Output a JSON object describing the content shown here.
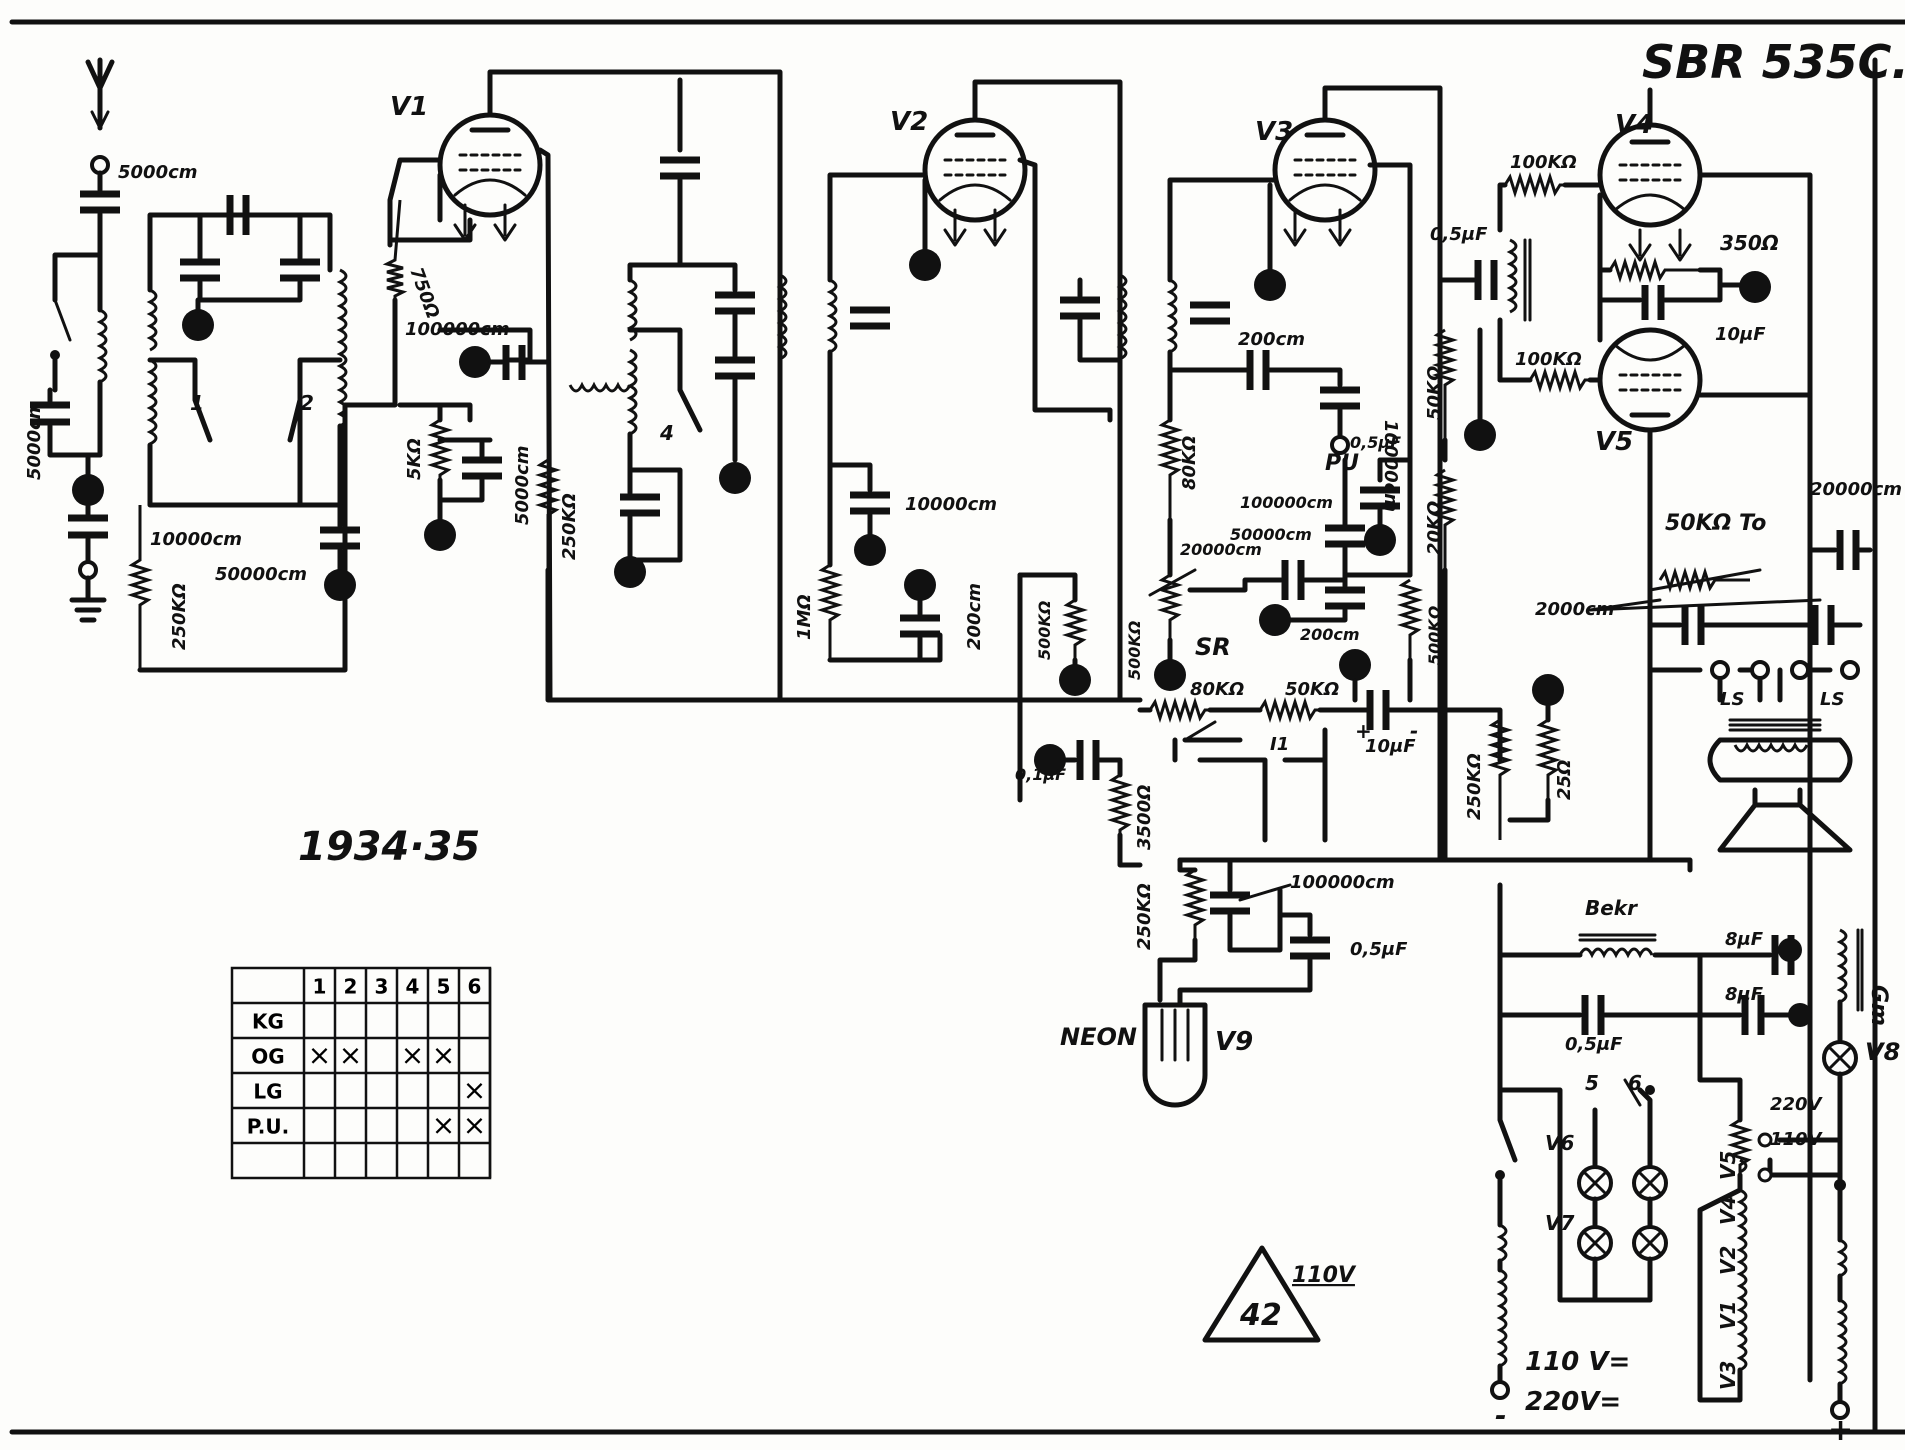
{
  "title": "SBR 535C.",
  "year": "1934·35",
  "tubes": {
    "v1": "V1",
    "v2": "V2",
    "v3": "V3",
    "v4": "V4",
    "v5": "V5",
    "v6": "V6",
    "v7": "V7",
    "v8": "V8",
    "v9": "V9"
  },
  "neon": "NEON",
  "badge": {
    "number": "42",
    "voltage": "110V"
  },
  "components": {
    "c_ant": "5000cm",
    "c_ant2": "5000cm",
    "c_10000": "10000cm",
    "c_50000": "50000cm",
    "r_250k_left": "250KΩ",
    "r_750": "750Ω",
    "c_100000_v1": "100000cm",
    "r_5k": "5KΩ",
    "c_5000": "5000cm",
    "r_250k_mid": "250KΩ",
    "c_10000_v2": "10000cm",
    "r_1m": "1MΩ",
    "c_200": "200cm",
    "r_500k_a": "500KΩ",
    "c_200_v3": "200cm",
    "c_10000_v3": "10000cm",
    "r_80k": "80KΩ",
    "pu": "PU",
    "c_05_pu": "0,5μF",
    "c_100000_b": "100000cm",
    "c_50000_b": "50000cm",
    "c_20000": "20000cm",
    "r_500k_b": "500KΩ",
    "sr": "SR",
    "c_200_b": "200cm",
    "r_500k_c": "500KΩ",
    "r_80k_b": "80KΩ",
    "r_50k": "50KΩ",
    "i1": "I1",
    "c_10uf": "10μF",
    "plus": "+",
    "minus": "-",
    "c_01uf": "0,1μF",
    "r_3500": "3500Ω",
    "r_250k_neon": "250KΩ",
    "c_100000_neon": "100000cm",
    "c_05uf_neon": "0,5μF",
    "c_05uf_v4": "0,5μF",
    "r_50k_v3": "50KΩ",
    "r_20k": "20KΩ",
    "r_100k_a": "100KΩ",
    "r_100k_b": "100KΩ",
    "r_350": "350Ω",
    "c_10uf_v4": "10μF",
    "c_20000_ls": "20000cm",
    "r_50k_to": "50KΩ To",
    "c_2000": "2000cm",
    "ls1": "LS",
    "ls2": "LS",
    "r_250k_out": "250KΩ",
    "r_25": "25Ω",
    "beke": "Bekr",
    "c_8uf_a": "8μF",
    "c_8uf_b": "8μF",
    "c_05uf_ps": "0,5μF",
    "v_220": "220V",
    "v_110": "110V",
    "sw5": "5",
    "sw6": "6",
    "gm": "Gm",
    "heater_chain": [
      "V3",
      "V1",
      "V2",
      "V4",
      "V5"
    ],
    "supply_110": "110 V=",
    "supply_220": "220V=",
    "minus_terminal": "-",
    "plus_terminal": "+",
    "sw1": "1",
    "sw2": "2",
    "sw4": "4"
  },
  "switch_table": {
    "columns": [
      "1",
      "2",
      "3",
      "4",
      "5",
      "6"
    ],
    "rows": [
      {
        "label": "KG",
        "cells": [
          "",
          "",
          "",
          "",
          "",
          ""
        ]
      },
      {
        "label": "OG",
        "cells": [
          "×",
          "×",
          "",
          "×",
          "×",
          ""
        ]
      },
      {
        "label": "LG",
        "cells": [
          "",
          "",
          "",
          "",
          "",
          "×"
        ]
      },
      {
        "label": "P.U.",
        "cells": [
          "",
          "",
          "",
          "",
          "×",
          "×"
        ]
      },
      {
        "label": "",
        "cells": [
          "",
          "",
          "",
          "",
          "",
          ""
        ]
      }
    ]
  }
}
